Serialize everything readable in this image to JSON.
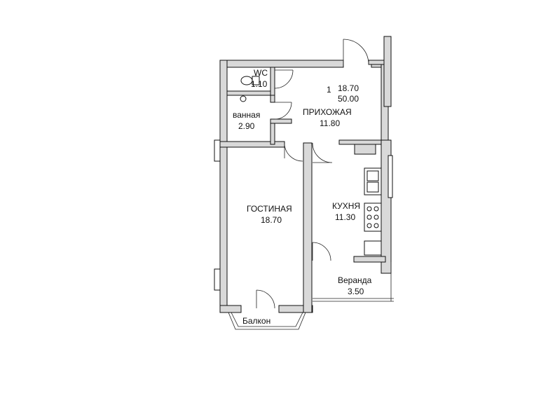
{
  "apartment": {
    "number": "1",
    "living_area": "18.70",
    "total_area": "50.00"
  },
  "rooms": [
    {
      "id": "wc",
      "name": "WC",
      "area": "1.10"
    },
    {
      "id": "bath",
      "name": "ванная",
      "area": "2.90"
    },
    {
      "id": "hall",
      "name": "ПРИХОЖАЯ",
      "area": "11.80"
    },
    {
      "id": "living",
      "name": "ГОСТИНАЯ",
      "area": "18.70"
    },
    {
      "id": "kitchen",
      "name": "КУХНЯ",
      "area": "11.30"
    },
    {
      "id": "veranda",
      "name": "Веранда",
      "area": "3.50"
    },
    {
      "id": "balcony",
      "name": "Балкон",
      "area": ""
    }
  ]
}
